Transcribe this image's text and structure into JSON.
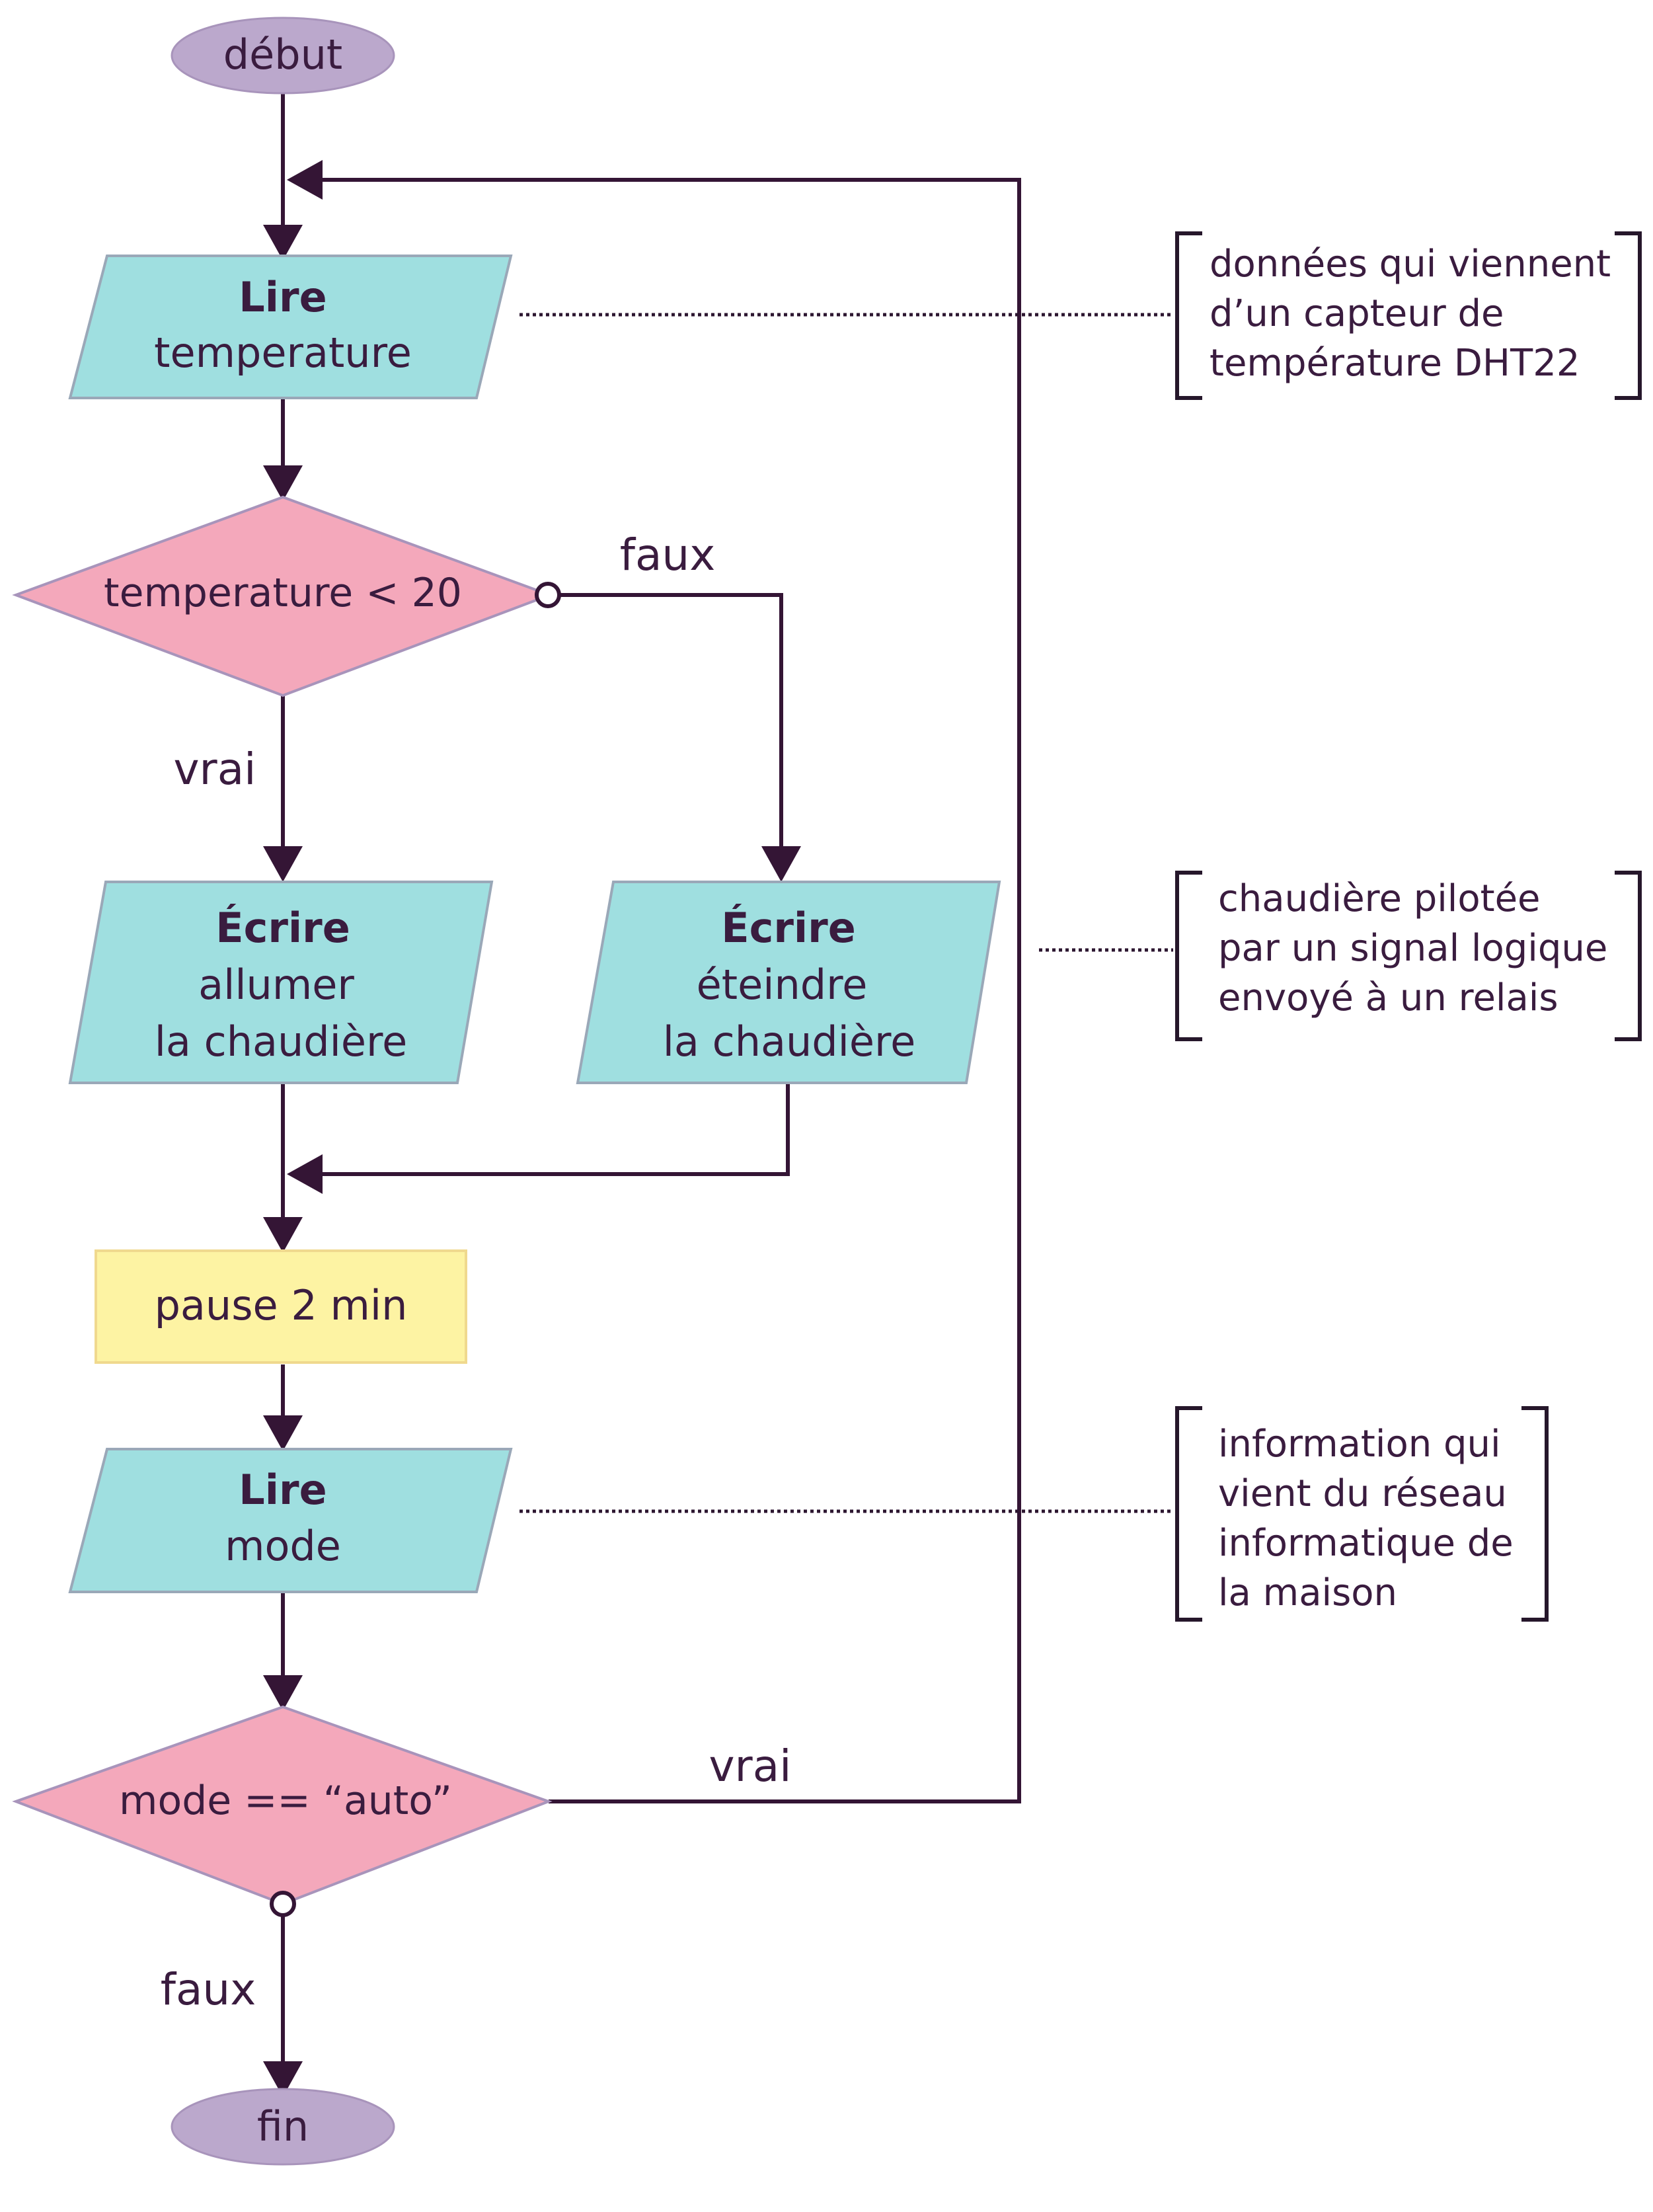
{
  "nodes": {
    "start": "début",
    "end": "fin",
    "read_temp": {
      "verb": "Lire",
      "var": "temperature"
    },
    "cond_temp": "temperature < 20",
    "write_on": {
      "verb": "Écrire",
      "line1": "allumer",
      "line2": "la chaudière"
    },
    "write_off": {
      "verb": "Écrire",
      "line1": "éteindre",
      "line2": "la chaudière"
    },
    "pause": "pause 2 min",
    "read_mode": {
      "verb": "Lire",
      "var": "mode"
    },
    "cond_mode": "mode == “auto”"
  },
  "edges": {
    "temp_false": "faux",
    "temp_true": "vrai",
    "mode_true": "vrai",
    "mode_false": "faux"
  },
  "notes": {
    "sensor": [
      "données qui viennent",
      "d’un capteur de",
      "température DHT22"
    ],
    "boiler": [
      "chaudière pilotée",
      "par un signal logique",
      "envoyé à un relais"
    ],
    "network": [
      "information qui",
      "vient du réseau",
      "informatique de",
      "la maison"
    ]
  },
  "colors": {
    "terminal": "#bba8cc",
    "io": "#9fdfe0",
    "decision": "#f4a8bb",
    "process": "#fdf3a3",
    "line": "#341535"
  }
}
